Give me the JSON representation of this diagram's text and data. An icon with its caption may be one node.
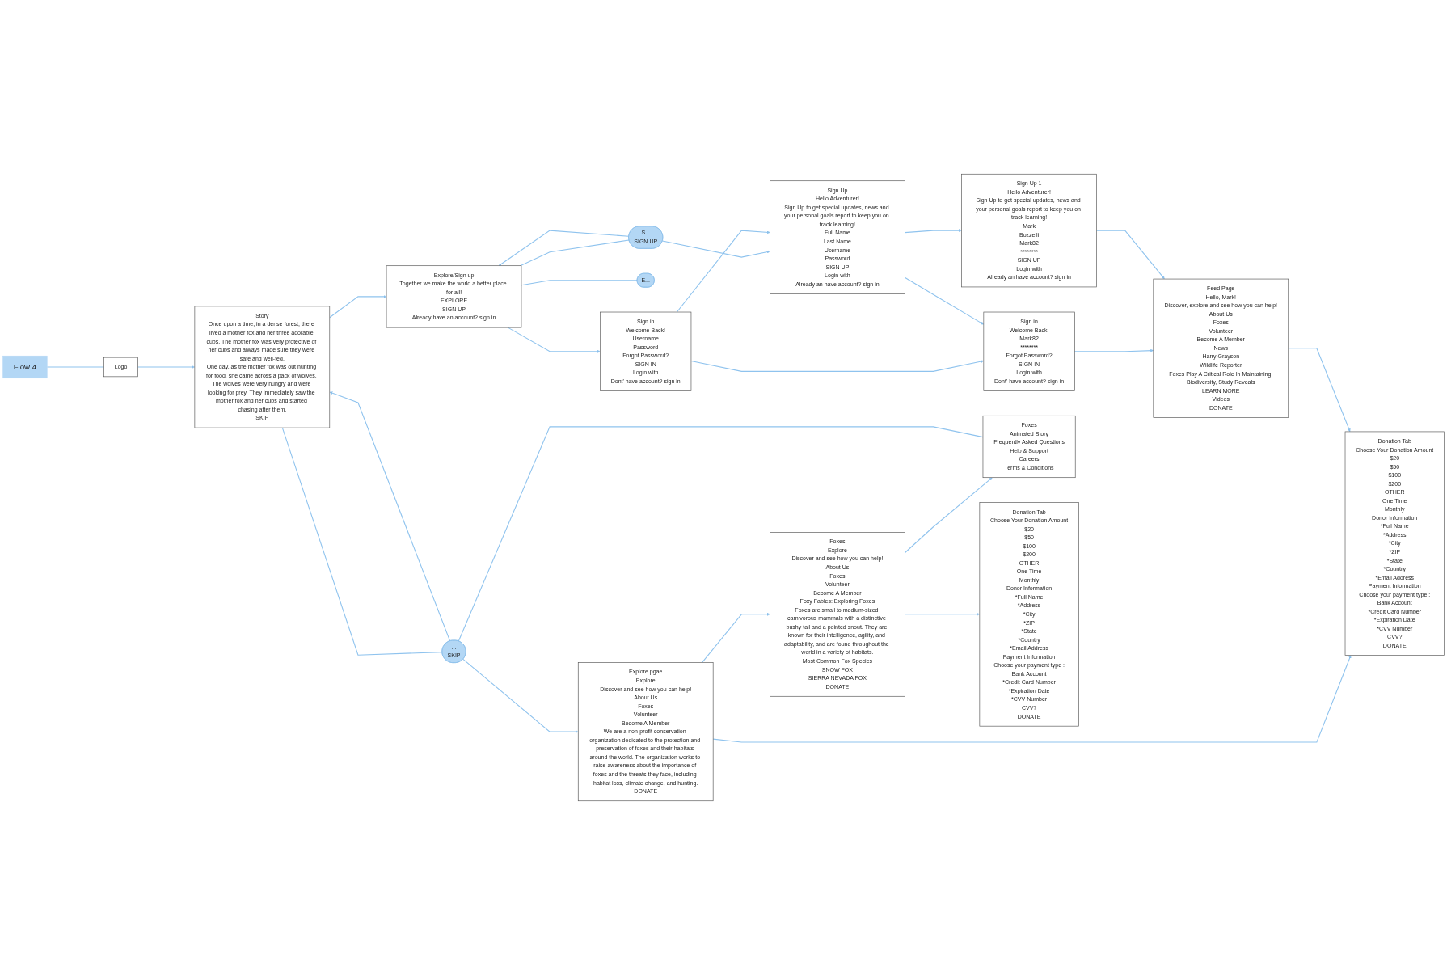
{
  "diagram": {
    "nodes": [
      {
        "text": [
          "Flow 4"
        ]
      },
      {
        "text": [
          "Logo"
        ]
      },
      {
        "text": [
          "Story",
          "Once upon a time, in a dense forest, there lived a mother fox and her three adorable cubs. The mother fox was very protective of her cubs and always made sure they were safe and well-fed.",
          "One day, as the mother fox was out hunting for food, she came across a pack of wolves. The wolves were very hungry and were looking for prey. They immediately saw the mother fox and her cubs and started chasing after them.",
          "SKIP"
        ]
      },
      {
        "text": [
          "Explore/Sign up",
          "Together we make the world a better place for all!",
          "EXPLORE",
          "SIGN UP",
          "Already have an account? sign in"
        ]
      },
      {
        "text": [
          "Sign in",
          "Welcome Back!",
          "Username",
          "Password",
          "Forgot Password?",
          "SIGN IN",
          "Login with",
          "Dont' have account? sign in"
        ]
      },
      {
        "text": [
          "Sign in",
          "Welcome Back!",
          "Mark82",
          "********",
          "Forgot Password?",
          "SIGN IN",
          "Login with",
          "Dont' have account? sign in"
        ]
      },
      {
        "text": [
          "Sign Up",
          "Hello Adventurer!",
          "Sign Up to get special updates, news and your personal goals report to keep you on track learning!",
          "Full Name",
          "Last Name",
          "Username",
          "Password",
          "SIGN UP",
          "Login with",
          "Already an have account? sign in"
        ]
      },
      {
        "text": [
          "Sign Up 1",
          "Hello Adventurer!",
          "Sign Up to get special updates, news and your personal goals report to keep you on track learning!",
          "Mark",
          "Bozzelli",
          "Mark82",
          "********",
          "SIGN UP",
          "Login with",
          "Already an have account? sign in"
        ]
      },
      {
        "text": [
          "...",
          "SKIP"
        ]
      },
      {
        "text": [
          "E..."
        ]
      },
      {
        "text": [
          "S...",
          "SIGN UP"
        ]
      },
      {
        "text": [
          "Explore pgae",
          "Explore",
          "Discover and see how you can help!",
          "About Us",
          "Foxes",
          "Volunteer",
          "Become A Member",
          "We are a non-profit conservation organization dedicated to the protection and preservation of foxes and their habitats around the world. The organization works to raise awareness about the importance of foxes and the threats they face, including habitat loss, climate change, and hunting.",
          "DONATE"
        ]
      },
      {
        "text": [
          "Foxes",
          "Explore",
          "Discover and see how you can help!",
          "About Us",
          "Foxes",
          "Volunteer",
          "Become A Member",
          "Foxy Fables: Exploring Foxes",
          "Foxes are small to medium-sized carnivorous mammals with a distinctive bushy tail and a pointed snout. They are known for their intelligence, agility, and adaptability, and are found throughout the world in a variety of habitats.",
          "Most Common Fox Species",
          "SNOW FOX",
          "SIERRA NEVADA FOX",
          "DONATE"
        ]
      },
      {
        "text": [
          "Foxes",
          "Animated Story",
          "Frequently Asked Questions",
          "Help & Support",
          "Careers",
          "Terms & Conditions"
        ]
      },
      {
        "text": [
          "Feed Page",
          "Hello, Mark!",
          "Discover, explore and see how you can help!",
          "About Us",
          "Foxes",
          "Volunteer",
          "Become A Member",
          "News",
          "Harry Grayson",
          "Wildlife Reporter",
          "Foxes Play A Critical Role In Maintaining Biodiversity, Study Reveals",
          "LEARN MORE",
          "Videos",
          "DONATE"
        ]
      },
      {
        "text": [
          "Donation Tab",
          "Choose Your Donation Amount",
          "$20",
          "$50",
          "$100",
          "$200",
          "OTHER",
          "One Time",
          "Monthly",
          "Donor Information",
          "*Full Name",
          "*Address",
          "*City",
          "*ZIP",
          "*State",
          "*Country",
          "*Email Address",
          "Payment Information",
          "Choose your payment type :",
          "Bank Account",
          "*Credit Card Number",
          "*Expiration Date",
          "*CVV Number",
          "CVV?",
          "DONATE"
        ]
      },
      {
        "text": [
          "Donation Tab",
          "Choose Your Donation Amount",
          "$20",
          "$50",
          "$100",
          "$200",
          "OTHER",
          "One Time",
          "Monthly",
          "Donor Information",
          "*Full Name",
          "*Address",
          "*City",
          "*ZIP",
          "*State",
          "*Country",
          "*Email Address",
          "Payment Information",
          "Choose your payment type :",
          "Bank Account",
          "*Credit Card Number",
          "*Expiration Date",
          "*CVV Number",
          "CVV?",
          "DONATE"
        ]
      }
    ],
    "edges": [
      {
        "from": 0,
        "to": 1,
        "arrow": "none"
      },
      {
        "from": 1,
        "to": 2,
        "arrow": "to"
      },
      {
        "from": 2,
        "to": 3,
        "arrow": "to"
      },
      {
        "from": 2,
        "to": 8,
        "arrow": "none"
      },
      {
        "from": 8,
        "to": 2,
        "arrow": "to"
      },
      {
        "from": 8,
        "to": 11,
        "arrow": "to"
      },
      {
        "from": 3,
        "to": 9,
        "arrow": "none"
      },
      {
        "from": 3,
        "to": 10,
        "arrow": "none"
      },
      {
        "from": 10,
        "to": 3,
        "arrow": "to"
      },
      {
        "from": 10,
        "to": 6,
        "arrow": "to"
      },
      {
        "from": 3,
        "to": 4,
        "arrow": "to"
      },
      {
        "from": 4,
        "to": 5,
        "arrow": "to"
      },
      {
        "from": 4,
        "to": 6,
        "arrow": "to"
      },
      {
        "from": 5,
        "to": 14,
        "arrow": "to"
      },
      {
        "from": 6,
        "to": 7,
        "arrow": "to"
      },
      {
        "from": 6,
        "to": 5,
        "arrow": "to"
      },
      {
        "from": 7,
        "to": 14,
        "arrow": "to"
      },
      {
        "from": 11,
        "to": 12,
        "arrow": "to"
      },
      {
        "from": 12,
        "to": 13,
        "arrow": "to"
      },
      {
        "from": 13,
        "to": 8,
        "arrow": "none"
      },
      {
        "from": 11,
        "to": 15,
        "arrow": "to"
      },
      {
        "from": 12,
        "to": 16,
        "arrow": "to"
      },
      {
        "from": 14,
        "to": 15,
        "arrow": "to"
      }
    ]
  }
}
